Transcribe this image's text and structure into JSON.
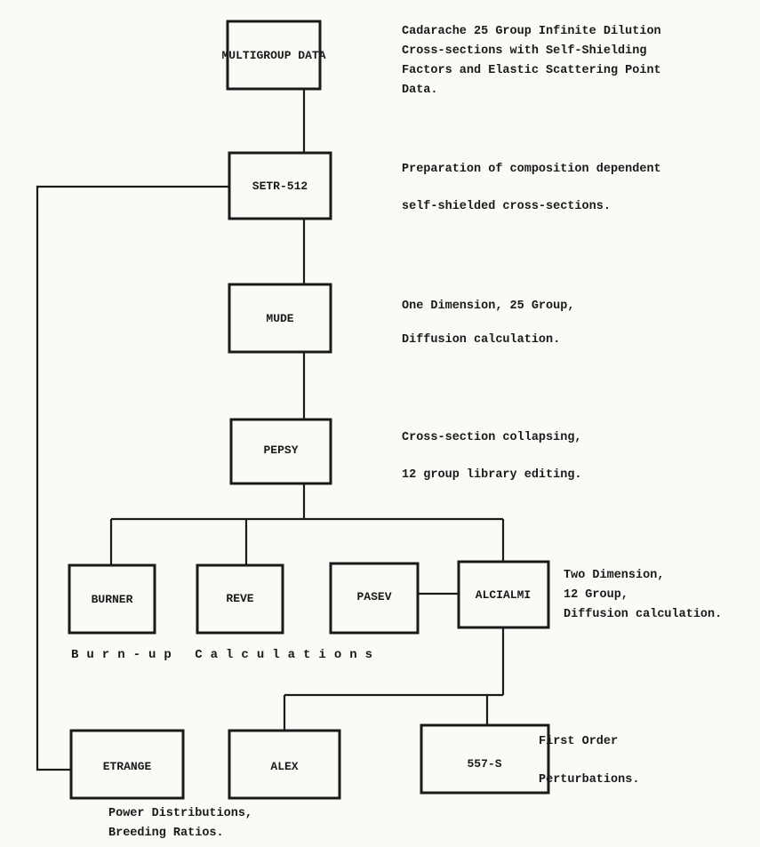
{
  "nodes": {
    "multigroup": "MULTIGROUP DATA",
    "setr": "SETR-512",
    "mude": "MUDE",
    "pepsy": "PEPSY",
    "burner": "BURNER",
    "reve": "REVE",
    "pasev": "PASEV",
    "alcialmi": "ALCIALMI",
    "etrange": "ETRANGE",
    "alex": "ALEX",
    "s557": "557-S"
  },
  "notes": {
    "multigroup": [
      "Cadarache 25 Group Infinite Dilution",
      "Cross-sections with Self-Shielding",
      "Factors and Elastic Scattering Point",
      "Data."
    ],
    "setr": [
      "Preparation of composition dependent",
      "self-shielded cross-sections."
    ],
    "mude": [
      "One Dimension, 25 Group,",
      "Diffusion calculation."
    ],
    "pepsy": [
      "Cross-section collapsing,",
      "12 group library editing."
    ],
    "alcialmi": [
      "Two Dimension,",
      "12 Group,",
      "Diffusion calculation."
    ],
    "burnup": "Burn-up Calculations",
    "perturb": [
      "First Order",
      "Perturbations."
    ],
    "etrange": [
      "Power Distributions,",
      "Breeding Ratios."
    ]
  }
}
